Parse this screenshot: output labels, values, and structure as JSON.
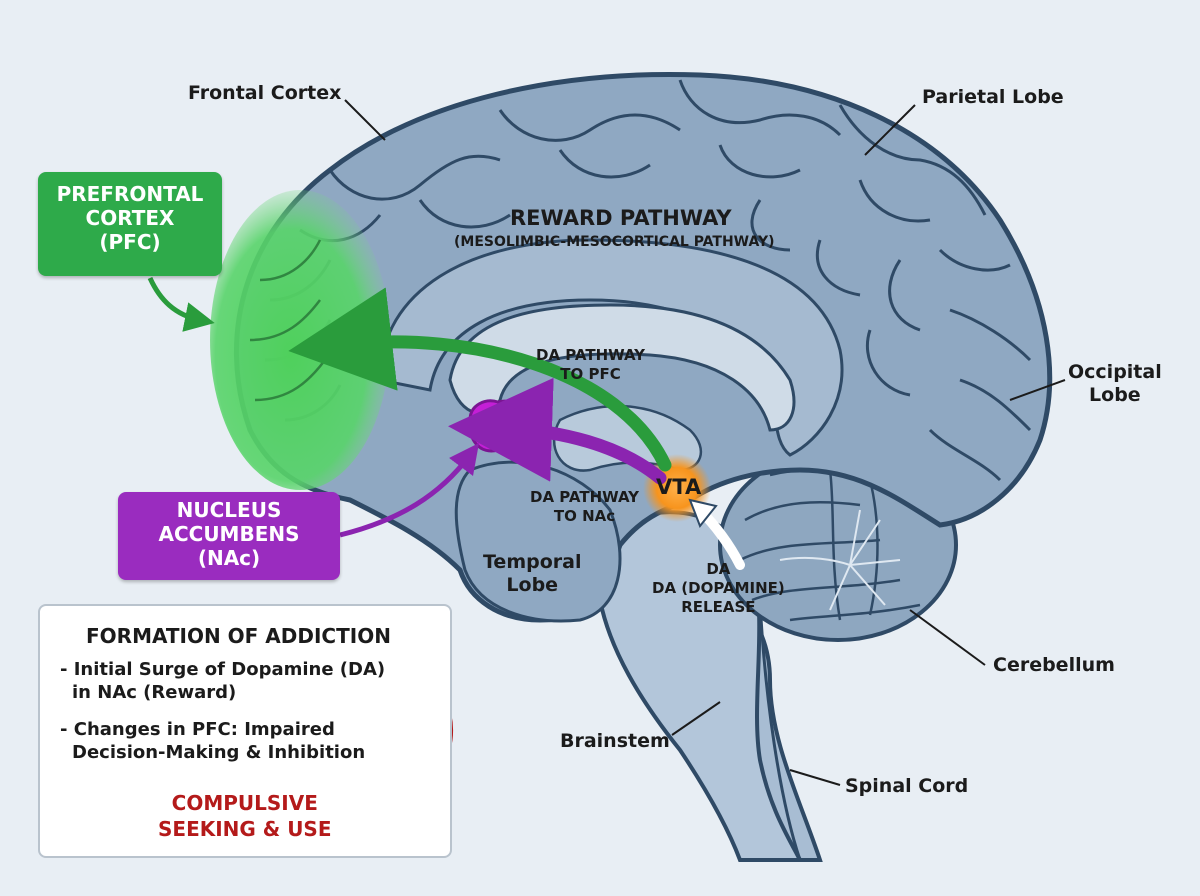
{
  "colors": {
    "background": "#e8eef4",
    "brain": "#8fa8c2",
    "brain_outline": "#2f4a66",
    "pfc_green": "#2eaa4a",
    "nac_purple": "#9a2cbf",
    "vta_orange": "#f7941d",
    "addiction_red": "#b41a1a"
  },
  "labels": {
    "frontal_cortex": "Frontal Cortex",
    "parietal_lobe": "Parietal Lobe",
    "occipital_lobe_line1": "Occipital",
    "occipital_lobe_line2": "Lobe",
    "temporal_lobe_line1": "Temporal",
    "temporal_lobe_line2": "Lobe",
    "cerebellum": "Cerebellum",
    "brainstem": "Brainstem",
    "spinal_cord": "Spinal Cord",
    "reward_title": "REWARD PATHWAY",
    "reward_subtitle": "(MESOLIMBIC-MESOCORTICAL PATHWAY)",
    "da_pfc_line1": "DA PATHWAY",
    "da_pfc_line2": "TO PFC",
    "da_nac_line1": "DA PATHWAY",
    "da_nac_line2": "TO NAc",
    "vta": "VTA",
    "da_release_line1": "DA",
    "da_release_line2": "DA (DOPAMINE)",
    "da_release_line3": "RELEASE"
  },
  "pfc_tag": {
    "line1": "PREFRONTAL",
    "line2": "CORTEX",
    "line3": "(PFC)"
  },
  "nac_tag": {
    "line1": "NUCLEUS",
    "line2": "ACCUMBENS",
    "line3": "(NAc)"
  },
  "addiction": {
    "title": "FORMATION OF ADDICTION",
    "item1_line1": "- Initial Surge of Dopamine (DA)",
    "item1_line2": "in NAc (Reward)",
    "item2_line1": "- Changes in PFC: Impaired",
    "item2_line2": "Decision-Making & Inhibition",
    "result_line1": "COMPULSIVE",
    "result_line2": "SEEKING & USE"
  }
}
